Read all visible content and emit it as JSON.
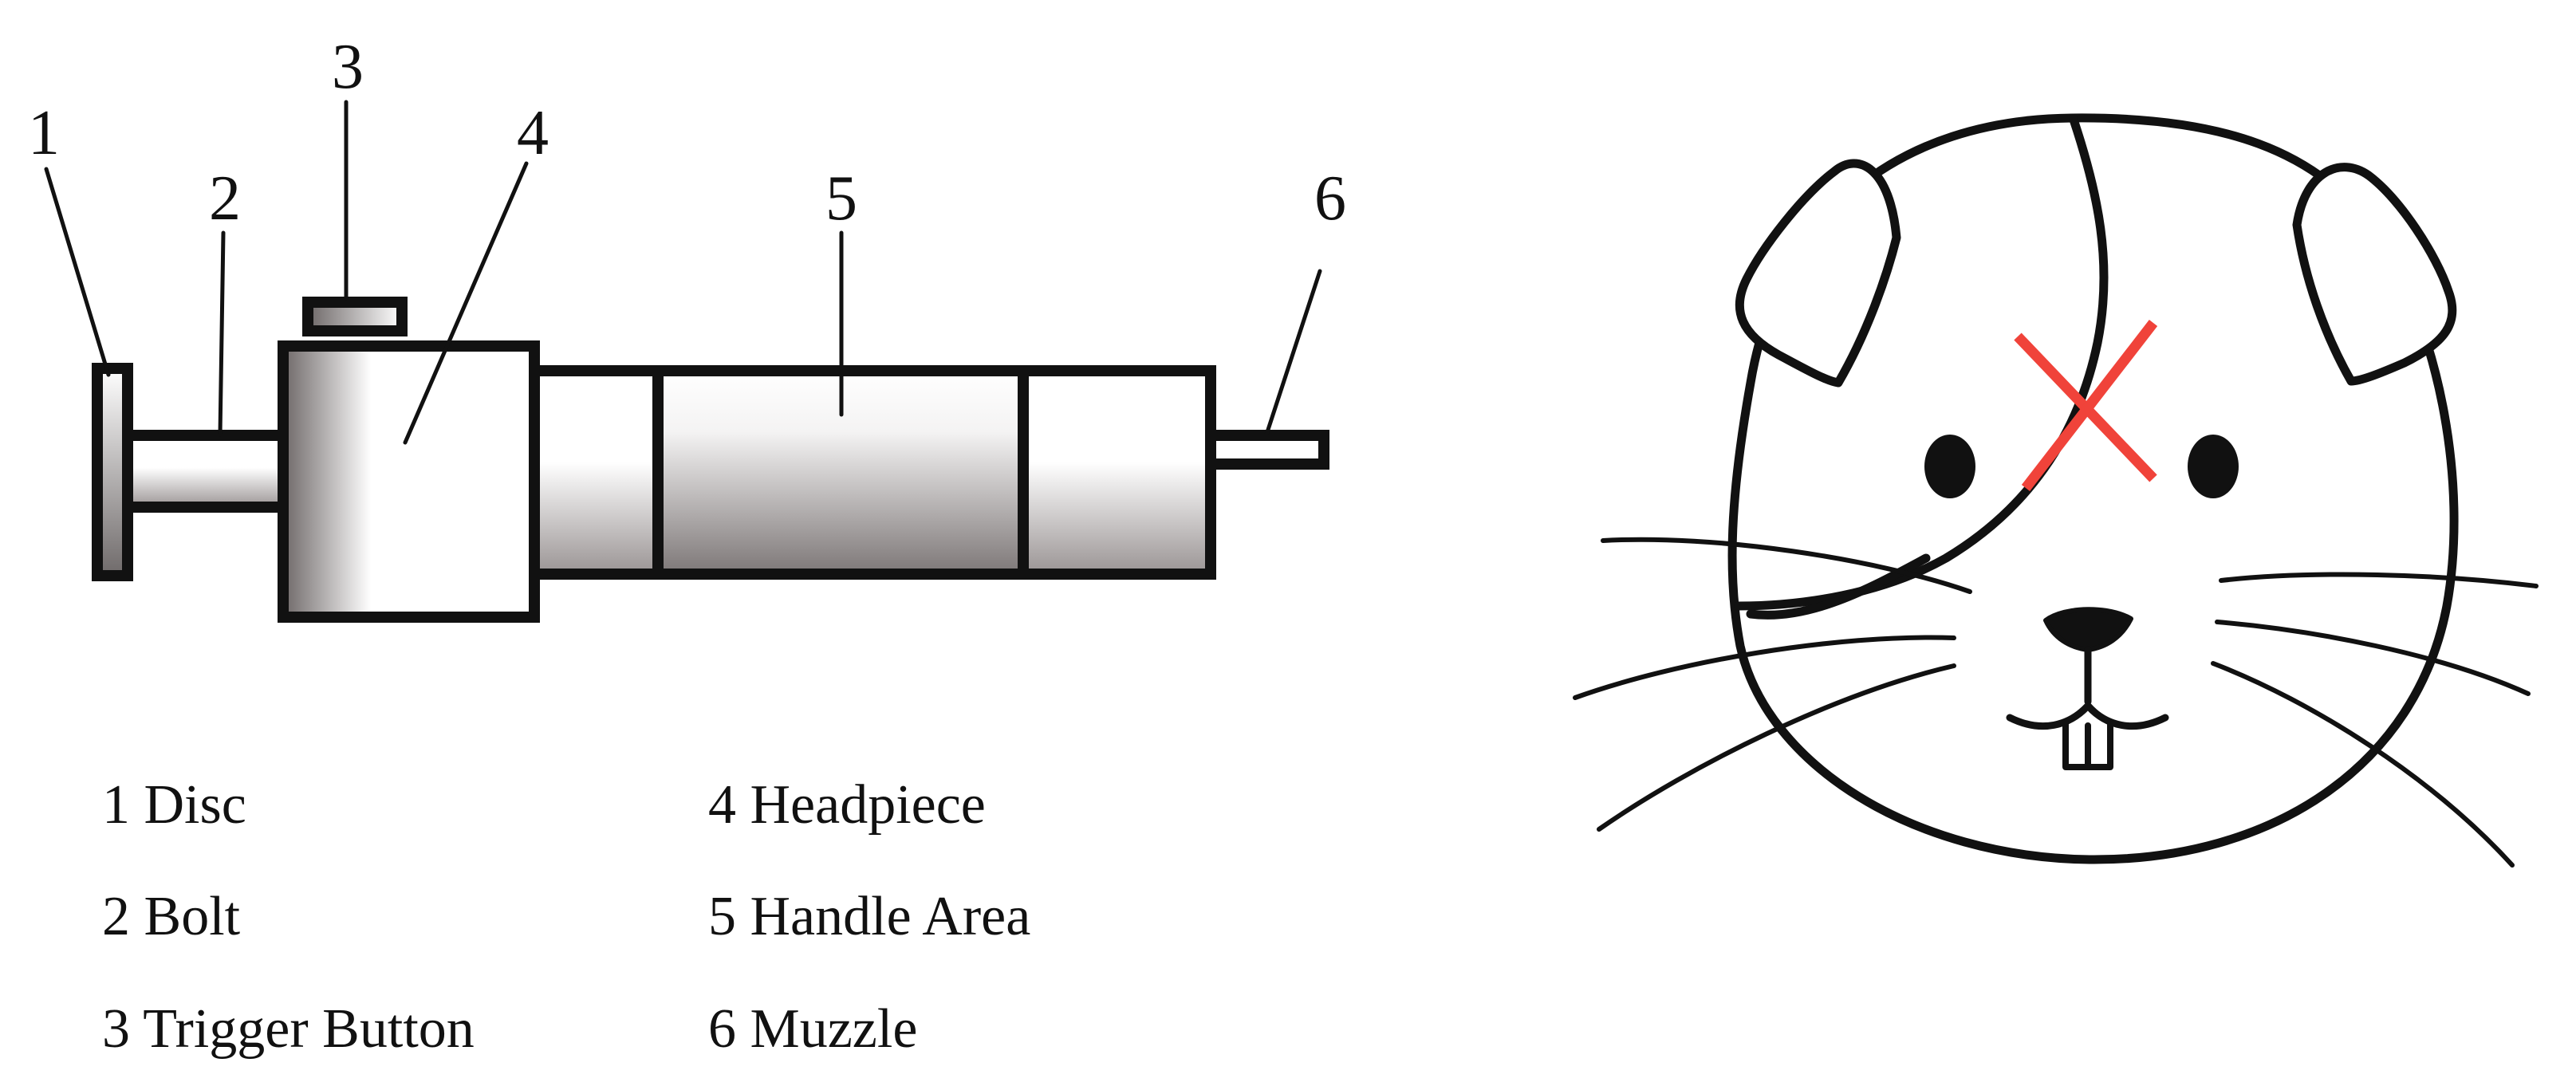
{
  "colors": {
    "stroke": "#111111",
    "cross_mark": "#f0433a",
    "metal_light": "#ffffff",
    "metal_dark": "#7d7777"
  },
  "stunner": {
    "callouts": [
      "1",
      "2",
      "3",
      "4",
      "5",
      "6"
    ]
  },
  "legend": {
    "items": [
      {
        "num": "1",
        "label": "Disc"
      },
      {
        "num": "2",
        "label": "Bolt"
      },
      {
        "num": "3",
        "label": "Trigger Button"
      },
      {
        "num": "4",
        "label": "Headpiece"
      },
      {
        "num": "5",
        "label": "Handle Area"
      },
      {
        "num": "6",
        "label": "Muzzle"
      }
    ]
  },
  "animal": {
    "icon": "guinea-pig-face-icon",
    "target_mark": "cross-mark-icon"
  }
}
